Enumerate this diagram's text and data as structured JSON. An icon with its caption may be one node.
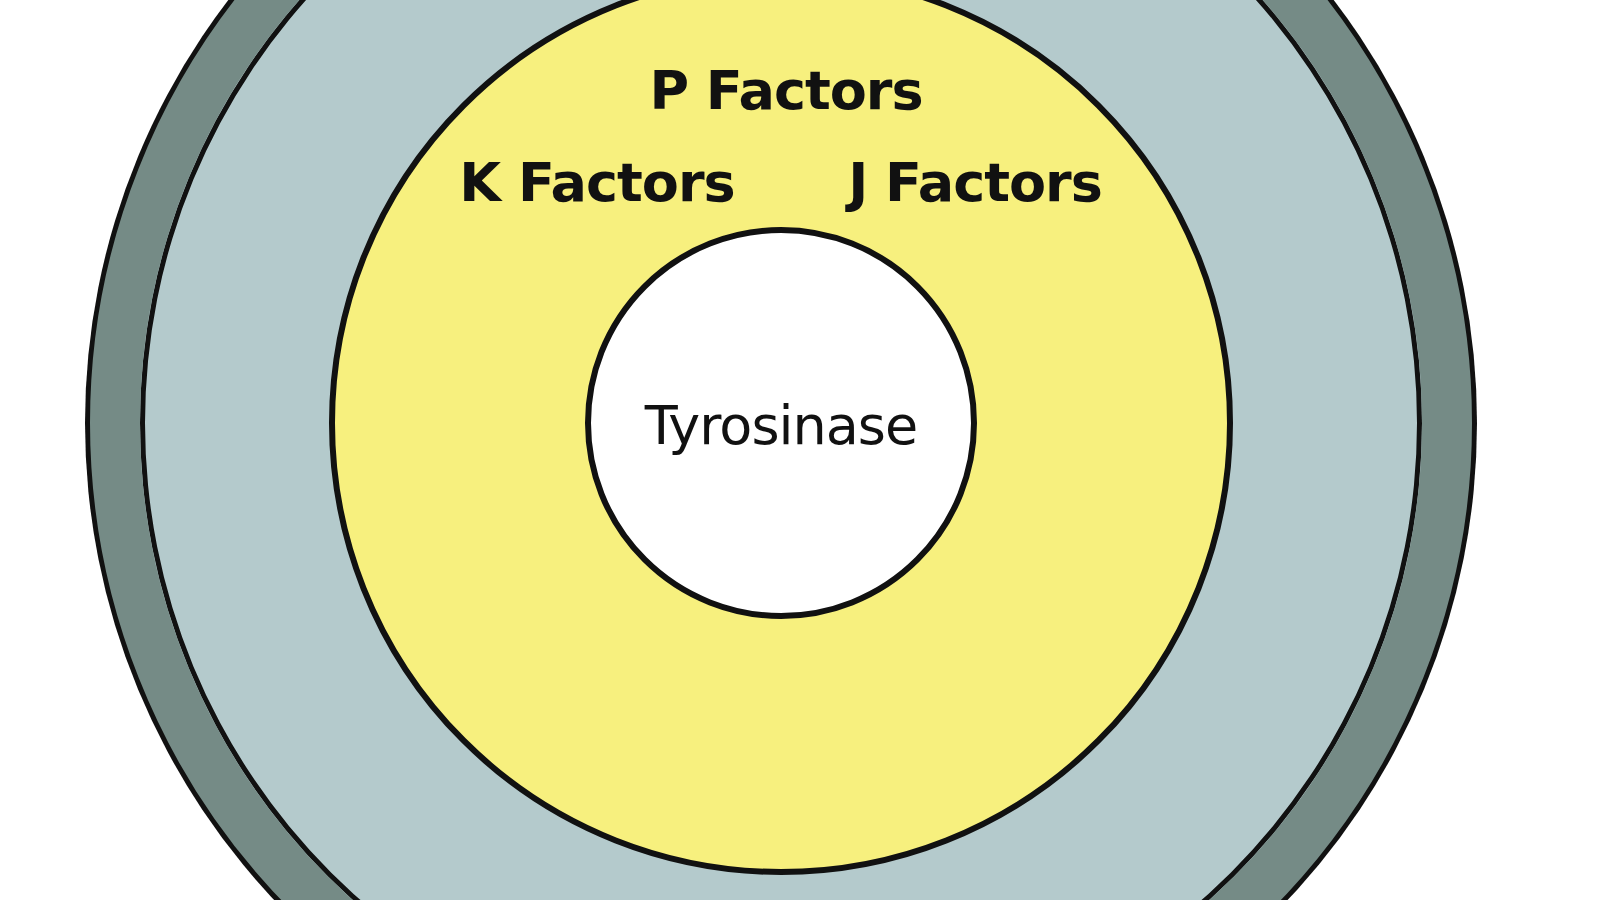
{
  "diagram": {
    "nodes": [
      {
        "text": [],
        "shape": "circle"
      },
      {
        "text": [
          "P Factors",
          "K Factors",
          "J Factors"
        ],
        "in": 0
      },
      {
        "text": [
          "Tyrosinase"
        ],
        "in": 1
      }
    ]
  }
}
